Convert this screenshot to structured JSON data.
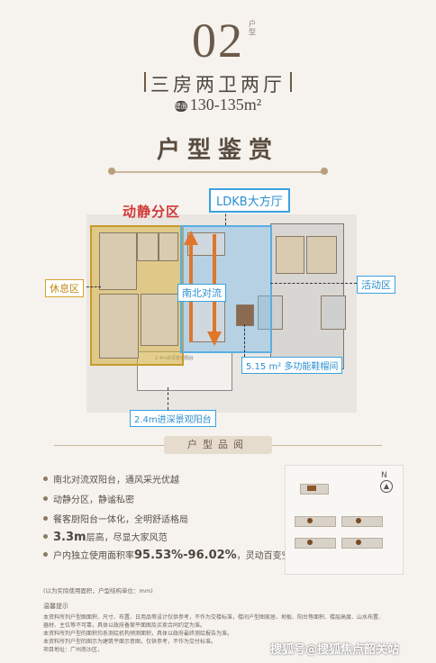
{
  "header": {
    "number": "02",
    "number_tag": "户型",
    "layout_title": "三房两卫两厅",
    "area_icon": "建面",
    "area": "130-135m²",
    "section_title": "户型鉴赏"
  },
  "plan": {
    "zone_label": "动静分区",
    "ldkb_label": "LDKB大方厅",
    "rest_label": "休息区",
    "airflow_label": "南北对流",
    "activity_label": "活动区",
    "shoe_label": "5.15 m² 多功能鞋帽间",
    "balcony_label": "2.4m进深景观阳台",
    "balcony_inner": "2.4m进深景观阳台",
    "colors": {
      "rest": "#d6b040",
      "ldkb": "#5aaee0",
      "zone_text": "#d23838"
    }
  },
  "features_banner": "户型品阅",
  "features": [
    {
      "text": "南北对流双阳台，通风采光优越"
    },
    {
      "text": "动静分区，静谧私密"
    },
    {
      "text": "餐客厨阳台一体化，全明舒适格局"
    },
    {
      "highlight": "3.3m",
      "text": "层高，尽显大家风范"
    },
    {
      "text": "户内独立使用面积率",
      "highlight": "95.53%-96.02%",
      "suffix": "，灵动百变空间"
    }
  ],
  "map": {
    "north_label": "N"
  },
  "footnotes": [
    "(以为实际使用面积，户型结构单位：mm)",
    "温馨提示",
    "本资料所列户型图面积、尺寸、布置、日用品等设计仅供参考，不作为交楼标准，楼间户型图家居、地板、阳台等面积、楼层高度、山水布置、",
    "器材、主位等不可靠，具体以政府备案平面图及买卖合同约定为准。",
    "本资料所列户型的面积均系测绘机构预测面积，具体以政府最终测绘报告为准。",
    "本资料所列户型的图示为建筑平面示意图，仅供参考，不作为交付标准。",
    "项目地址：广州南沙区，"
  ],
  "watermark": "搜狐号@搜狐焦点韶关站"
}
